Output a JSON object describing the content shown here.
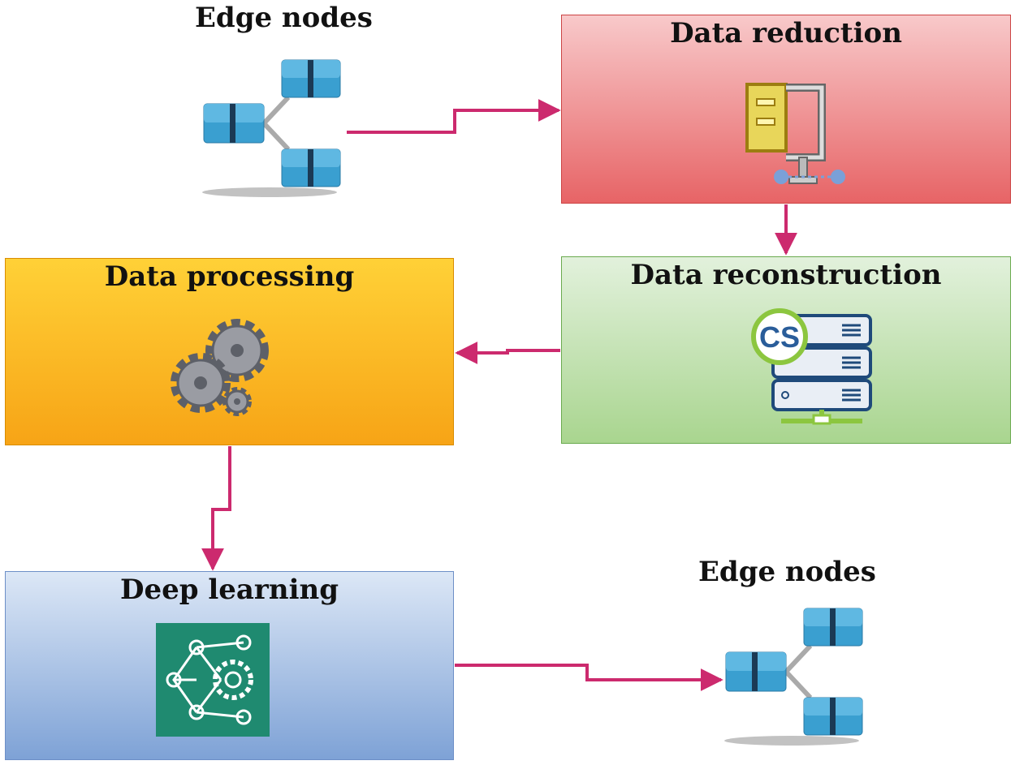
{
  "nodes": {
    "edge_top": {
      "label": "Edge nodes"
    },
    "reduction": {
      "label": "Data reduction"
    },
    "reconstruction": {
      "label": "Data reconstruction",
      "badge": "CS"
    },
    "processing": {
      "label": "Data processing"
    },
    "deep_learning": {
      "label": "Deep learning"
    },
    "edge_bottom": {
      "label": "Edge nodes"
    }
  },
  "colors": {
    "arrow": "#cc2a6e",
    "reduction_fill": "#e76466",
    "reconstruction_fill": "#a9d58f",
    "processing_fill": "#f7a416",
    "deep_learning_fill": "#7ea2d6",
    "node_block": "#3a9fd0"
  },
  "icons": {
    "edge": "network-nodes-icon",
    "reduction": "compress-clamp-icon",
    "reconstruction": "cs-server-icon",
    "processing": "gears-icon",
    "deep_learning": "neural-network-gear-icon"
  }
}
